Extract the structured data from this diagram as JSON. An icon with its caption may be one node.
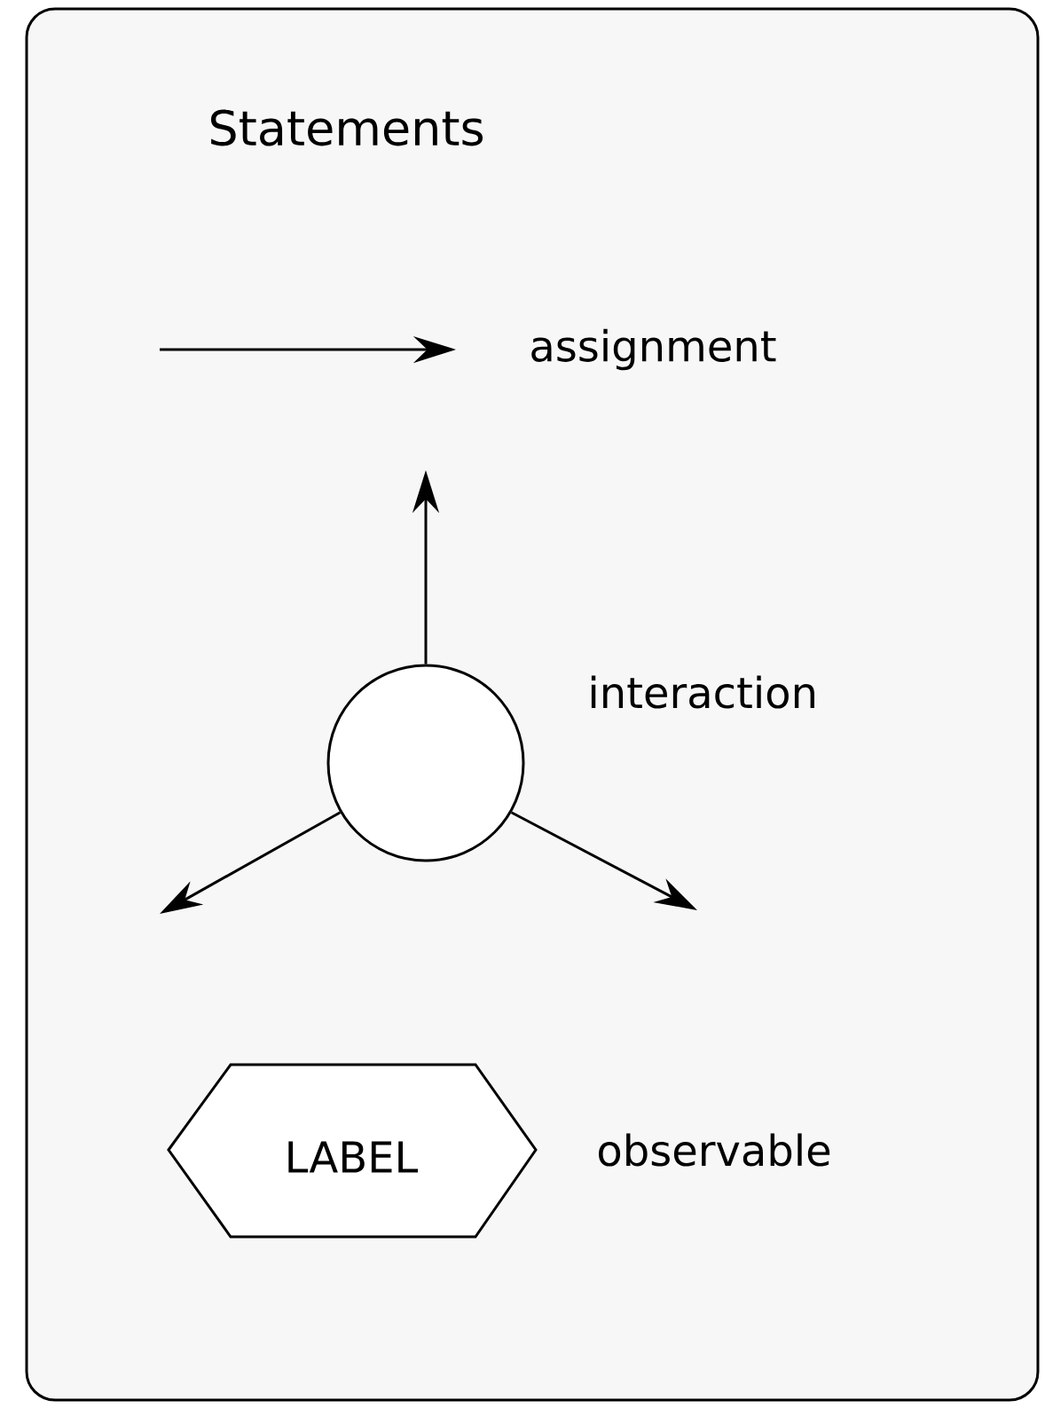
{
  "diagram": {
    "nodes": [
      {
        "text": [
          "Statements"
        ]
      },
      {
        "text": [
          "assignment"
        ],
        "in": 0
      },
      {
        "text": [],
        "shape": "circle",
        "in": 0,
        "beside": [
          "interaction"
        ]
      },
      {
        "text": [
          "LABEL"
        ],
        "in": 0,
        "beside": [
          "observable"
        ]
      }
    ],
    "edges": [
      {
        "from": null,
        "to": 1,
        "arrow": "to"
      },
      {
        "from": 2,
        "to": null,
        "arrow": "to"
      },
      {
        "from": 2,
        "to": null,
        "arrow": "to"
      },
      {
        "from": 2,
        "to": null,
        "arrow": "to"
      }
    ]
  }
}
